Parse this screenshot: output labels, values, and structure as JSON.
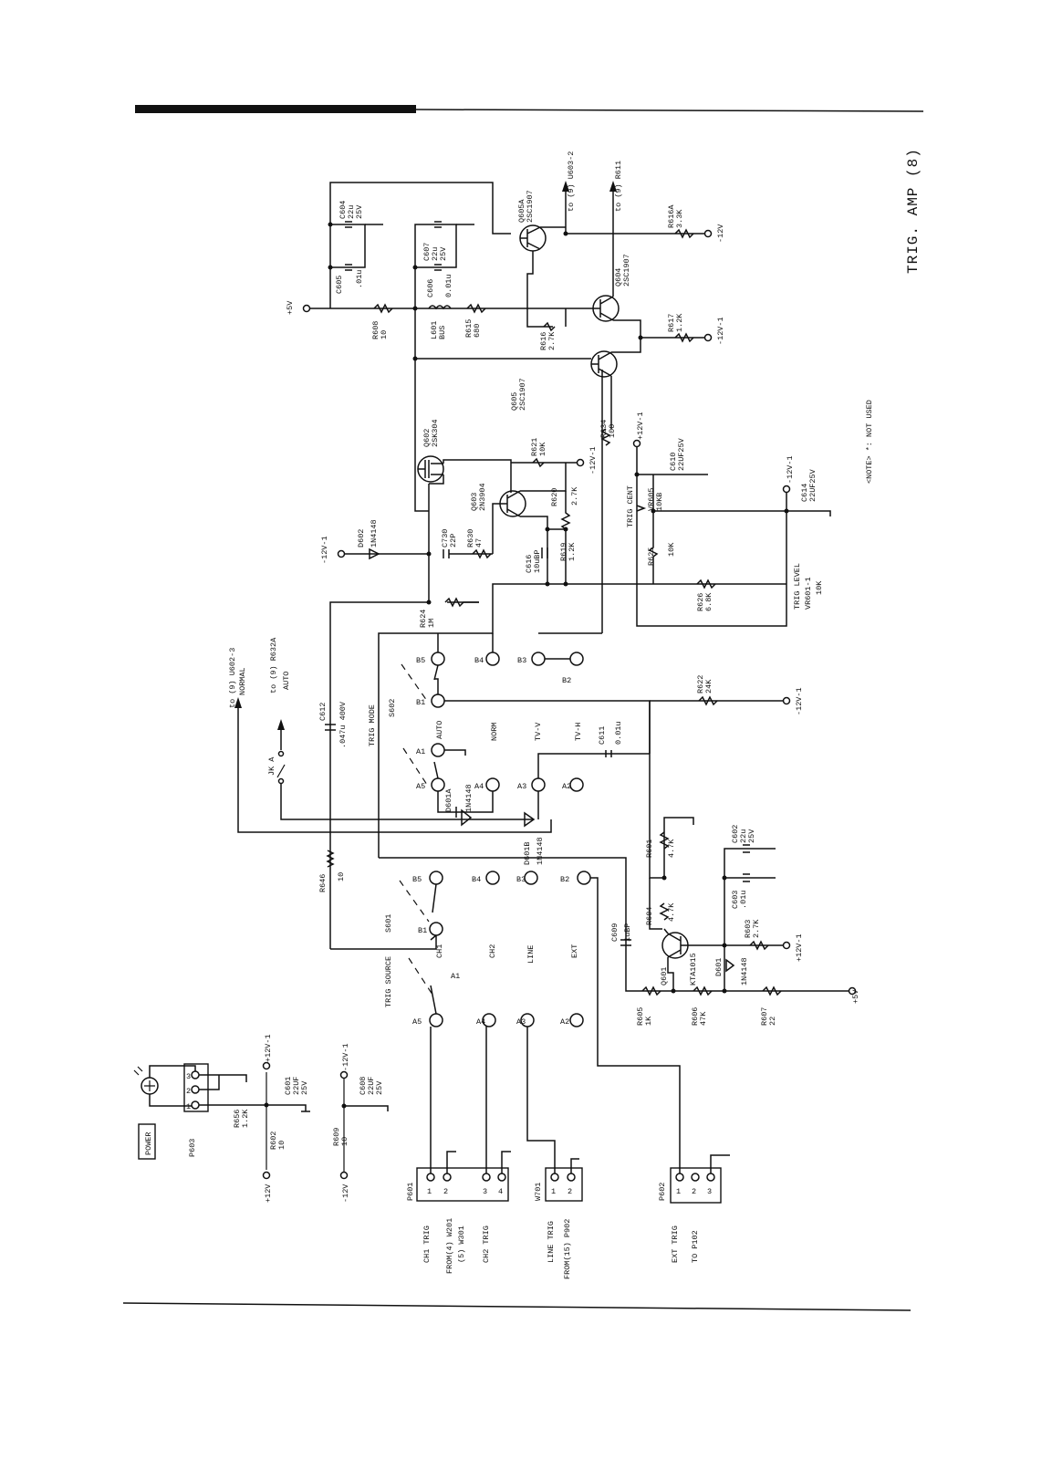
{
  "title": "TRIG. AMP (8)",
  "note": "<NOTE> *: NOT USED",
  "power_label": "POWER",
  "connectors": {
    "p603": "P603",
    "p601": "P601",
    "w701": "W701",
    "p602": "P602",
    "p601_pins": [
      "1",
      "2",
      "3",
      "4"
    ],
    "w701_pins": [
      "1",
      "2"
    ],
    "p602_pins": [
      "1",
      "2",
      "3"
    ],
    "p603_pins": [
      "1",
      "2",
      "3"
    ]
  },
  "inputs": {
    "ch1_trig": "CH1 TRIG",
    "ch1_from": "FROM(4) W201",
    "ch1_from2": "(5) W301",
    "ch2_trig": "CH2 TRIG",
    "line_trig": "LINE TRIG",
    "line_from": "FROM(15) P902",
    "ext_trig": "EXT TRIG",
    "ext_to": "TO P102"
  },
  "rails": {
    "p12v": "+12V",
    "m12v": "-12V",
    "p12v1": "+12V-1",
    "m12v1": "-12V-1",
    "p5v": "+5V",
    "m12v_plain": "-12V"
  },
  "switch_s601": {
    "name": "S601",
    "label": "TRIG SOURCE",
    "pins_a": [
      "A1",
      "A2",
      "A3",
      "A4",
      "A5"
    ],
    "pins_b": [
      "B1",
      "B2",
      "B3",
      "B4",
      "B5"
    ],
    "positions": [
      "CH1",
      "CH2",
      "LINE",
      "EXT"
    ]
  },
  "switch_s602": {
    "name": "S602",
    "label": "TRIG MODE",
    "pins_a": [
      "A1",
      "A2",
      "A3",
      "A4",
      "A5"
    ],
    "pins_b": [
      "B1",
      "B2",
      "B3",
      "B4",
      "B5"
    ],
    "positions": [
      "AUTO",
      "NORM",
      "TV-V",
      "TV-H"
    ]
  },
  "outputs": {
    "u602": "to (9) U602-3",
    "normal": "NORMAL",
    "r632a": "to (9) R632A",
    "auto": "AUTO",
    "u603": "to (9) U603-2",
    "r611": "to (9) R611",
    "jk_a": "JK A"
  },
  "components": {
    "r656": [
      "R656",
      "1.2K"
    ],
    "r602": [
      "R602",
      "10"
    ],
    "c601": [
      "C601",
      "22UF",
      "25V"
    ],
    "r609": [
      "R609",
      "10"
    ],
    "c608": [
      "C608",
      "22UF",
      "25V"
    ],
    "r646": [
      "R646",
      "10"
    ],
    "c612": [
      "C612",
      ".047u 400V"
    ],
    "d601a": [
      "D601A",
      "1N4148"
    ],
    "d601b": [
      "D601B",
      "1N4148"
    ],
    "c611": [
      "C611",
      "0.01u"
    ],
    "r624": [
      "R624",
      "1M"
    ],
    "d602": [
      "D602",
      "1N4148"
    ],
    "c730": [
      "C730",
      "22P"
    ],
    "r630": [
      "R630",
      "47"
    ],
    "q602": [
      "Q602",
      "2SK304"
    ],
    "q603": [
      "Q603",
      "2N3904"
    ],
    "c616": [
      "C616",
      "10uBP"
    ],
    "r619": [
      "R619",
      "1.2K"
    ],
    "r620": [
      "R620",
      "2.7K"
    ],
    "r621": [
      "R621",
      "10K"
    ],
    "q605": [
      "Q605",
      "2SC1907"
    ],
    "q605a": [
      "Q605A",
      "2SC1907"
    ],
    "q604": [
      "Q604",
      "2SC1907"
    ],
    "r608": [
      "R608",
      "10"
    ],
    "l601": [
      "L601",
      "BUS"
    ],
    "r615": [
      "R615",
      "680"
    ],
    "r616": [
      "R616",
      "2.7K"
    ],
    "c605": [
      "C605",
      ".01u"
    ],
    "c604": [
      "C604",
      "22u",
      "25V"
    ],
    "c606": [
      "C606",
      "0.01u"
    ],
    "c607": [
      "C607",
      "22u",
      "25V"
    ],
    "r616a": [
      "R616A",
      "3.3K"
    ],
    "r617": [
      "R617",
      "1.2K"
    ],
    "r634": [
      "R634",
      "100"
    ],
    "vr605": [
      "VR605",
      "10KB"
    ],
    "trig_cent": "TRIG CENT",
    "c610": [
      "C610",
      "22UF25V"
    ],
    "r625": [
      "R625",
      "10K"
    ],
    "r626": [
      "R626",
      "6.8K"
    ],
    "vr601": [
      "VR601-1",
      "10K"
    ],
    "trig_level": "TRIG LEVEL",
    "c614": [
      "C614",
      "22UF25V"
    ],
    "r622": [
      "R622",
      "24K"
    ],
    "c609": [
      "C609",
      "1uBP"
    ],
    "r601": [
      "R601",
      "4.7K"
    ],
    "r604": [
      "R604",
      "4.7K"
    ],
    "q601": [
      "Q601",
      "KTA1015"
    ],
    "c602": [
      "C602",
      "22u",
      "25V"
    ],
    "c603": [
      "C603",
      ".01u"
    ],
    "r603": [
      "R603",
      "2.7K"
    ],
    "d601": [
      "D601",
      "1N4148"
    ],
    "r605": [
      "R605",
      "1K"
    ],
    "r606": [
      "R606",
      "47K"
    ],
    "r607": [
      "R607",
      "22"
    ]
  }
}
